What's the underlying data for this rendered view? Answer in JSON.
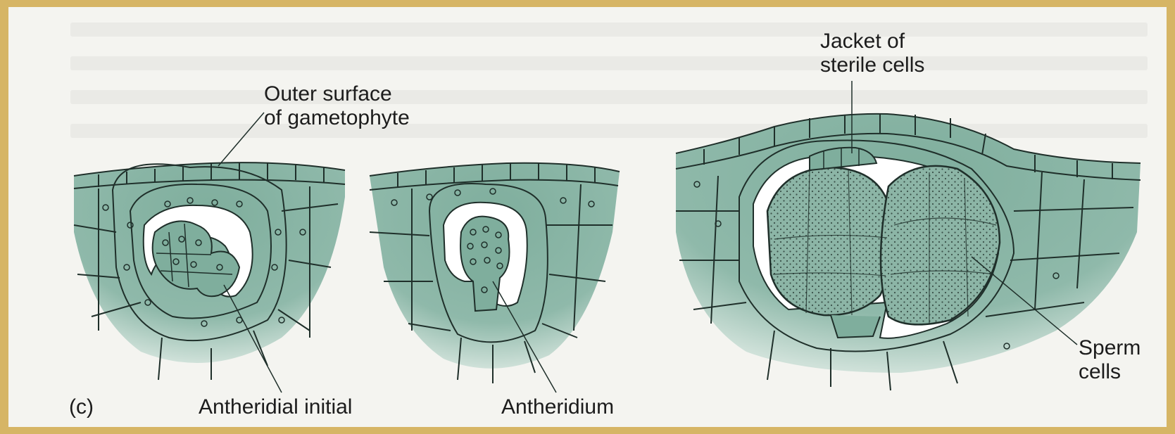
{
  "figure": {
    "panel_letter": "(c)",
    "colors": {
      "tissue": "#7fae9d",
      "tissue_light": "#b5d2c6",
      "cell_line": "#1f2f2a",
      "cavity": "#ffffff",
      "sperm_mass": "#8cb5a6",
      "border": "#d6b565"
    },
    "labels": {
      "outer_surface": [
        "Outer surface",
        "of gametophyte"
      ],
      "antheridial_initial": "Antheridial initial",
      "antheridium": "Antheridium",
      "jacket": [
        "Jacket of",
        "sterile cells"
      ],
      "sperm": [
        "Sperm",
        "cells"
      ]
    }
  }
}
